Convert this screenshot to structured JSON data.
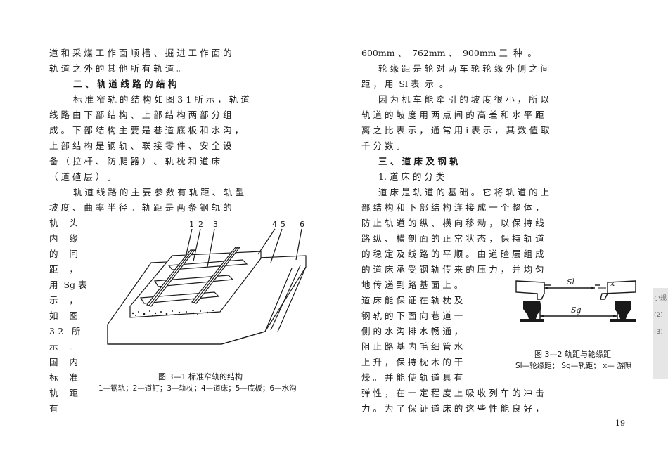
{
  "left_column": {
    "lines": [
      "道 和 采 煤 工 作 面 顺 槽 、 掘 进 工 作 面 的",
      "轨 道 之 外 的 其 他 所 有 轨 道 。",
      "二 、 轨 道 线 路 的 结 构",
      "标 准 窄 轨 的 结 构 如 图 3-1 所 示 ， 轨 道",
      "线 路 由 下 部 结 构 、 上 部 结 构 两 部 分 组",
      "成 。 下 部 结 构 主 要 是 巷 道 底 板 和 水 沟 ，",
      "上 部 结 构 是 钢 轨 、 联 接 零 件 、 安 全 设",
      "备 （ 拉 杆 、 防 爬 器 ） 、 轨 枕 和 道 床",
      "（ 道 碴 层 ） 。",
      "轨 道 线 路 的 主 要 参 数 有 轨 距 、 轨 型",
      "坡 度 、 曲 率 半 径 。 轨 距 是 两 条 钢 轨 的"
    ],
    "narrow_lines": [
      "轨    头",
      "内    缘",
      "的    间",
      "距    ，",
      "用  Sg 表",
      "示    ，",
      "如    图",
      "3-2   所",
      "示    。",
      "国    内",
      "标    准",
      "轨    距",
      "有"
    ]
  },
  "figure_1": {
    "labels": [
      "1",
      "2",
      "3",
      "4",
      "5",
      "6"
    ],
    "caption_title": "图 3—1   标准窄轨的结构",
    "caption_legend": "1—钢轨；2—道钉；3—轨枕；4—道床；5—底板；6—水沟"
  },
  "right_column": {
    "lines": [
      "600mm 、  762mm 、  900mm 三  种  。",
      "轮 缘 距 是 轮 对 两 车 轮 轮 缘 外 侧 之 间",
      "距 ， 用  Sl 表  示  。",
      "因 为 机 车 能 牵 引 的 坡 度 很 小 ， 所 以",
      "轨 道 的 坡 度 用 两 点 间 的 高 差 和 水 平 距",
      "离 之 比 表 示 ， 通 常 用  i 表 示 ， 其 数 值 取",
      "千 分 数 。",
      "三 、 道 床 及 钢 轨",
      "1. 道 床 的 分 类",
      "道 床 是 轨 道 的 基 础 。 它 将 轨 道 的 上",
      "部 结 构 和 下 部 结 构 连 接 成 一 个 整 体 ，",
      "防 止 轨 道 的 纵 、 横 向 移 动 ， 以 保 持 线",
      "路 纵 、 横 剖 面 的 正 常 状 态 ， 保 持 轨 道",
      "的 稳 定 及 线 路 的 平 顺 。 由 道 碴 层 组 成",
      "的 道 床 承 受 钢 轨 传 来 的 压 力 ， 并 均 匀"
    ],
    "narrow_lines": [
      "地 传 递 到 路 基 面 上 。",
      "道 床 能 保 证 在 轨 枕 及",
      "钢 轨 的 下 面 向 巷 道 一",
      "侧 的 水 沟 排 水 畅 通 ，",
      "阻 止 路 基 内 毛 细 管 水",
      "上 升 ， 保 持 枕 木 的 干",
      "燥 。 并 能 使 轨 道 具 有"
    ],
    "tail_lines": [
      "弹 性 ， 在 一 定 程 度 上 吸 收 列 车 的 冲 击",
      "力 。 为 了 保 证 道 床 的 这 些 性 能 良 好 ，"
    ]
  },
  "figure_2": {
    "label_sl": "Sl",
    "label_sg": "Sg",
    "label_x": "x",
    "caption_title": "图 3—2  轨距与轮缘距",
    "caption_legend": "Sl—轮缘距；  Sg—轨距；  x— 游隙"
  },
  "page_number": "19",
  "edge_fragment": [
    "小规",
    "(2)",
    "(3)"
  ]
}
